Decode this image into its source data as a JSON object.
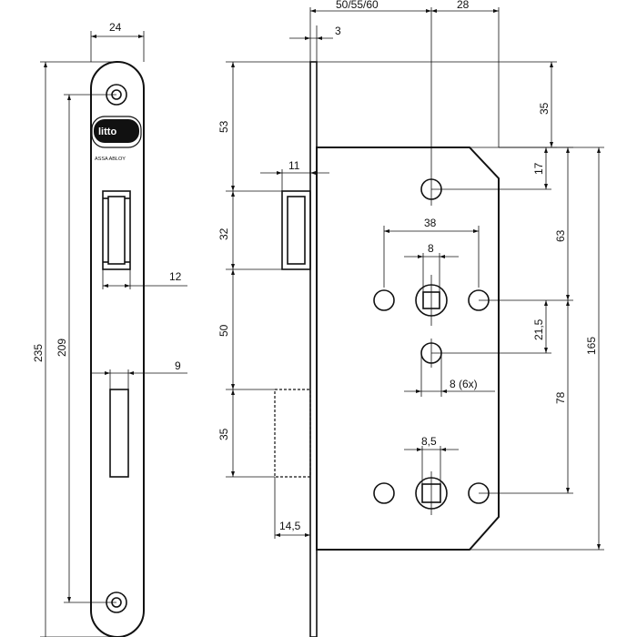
{
  "dimensions": {
    "faceplate_width": "24",
    "total_length": "235",
    "screw_spacing": "209",
    "latch_slot_width": "12",
    "bolt_slot_width": "9",
    "backset_options": "50/55/60",
    "case_offset": "28",
    "faceplate_thickness": "3",
    "latch_projection": "11",
    "top_to_case": "53",
    "latch_height": "32",
    "latch_to_bolt": "50",
    "bolt_height": "35",
    "bolt_projection": "14,5",
    "case_top": "35",
    "top_hole": "17",
    "follower_pitch": "63",
    "hole_spacing_x": "38",
    "follower_square": "8",
    "lower_gap": "21,5",
    "case_height": "165",
    "fixing_holes": "8 (6x)",
    "center_distance": "78",
    "turn_square": "8,5"
  },
  "logo": {
    "brand": "litto",
    "sub": "ASSA ABLOY"
  }
}
